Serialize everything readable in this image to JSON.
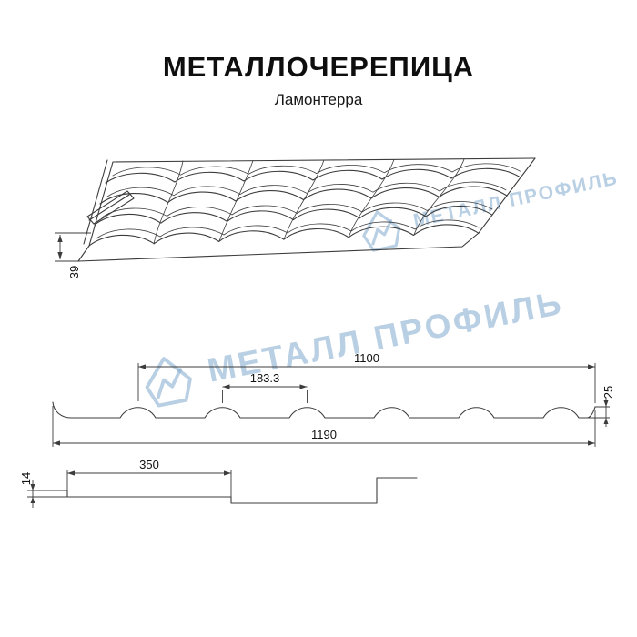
{
  "header": {
    "title": "МЕТАЛЛОЧЕРЕПИЦА",
    "subtitle": "Ламонтерра"
  },
  "watermark": {
    "text": "МЕТАЛЛ ПРОФИЛЬ",
    "color": "#80aace"
  },
  "profile_view": {
    "step_height": "39"
  },
  "cross_section": {
    "cover_width": "1100",
    "wave_pitch": "183.3",
    "profile_height": "25",
    "sheet_width": "1190"
  },
  "side_profile": {
    "module_length": "350",
    "step_height": "14"
  }
}
